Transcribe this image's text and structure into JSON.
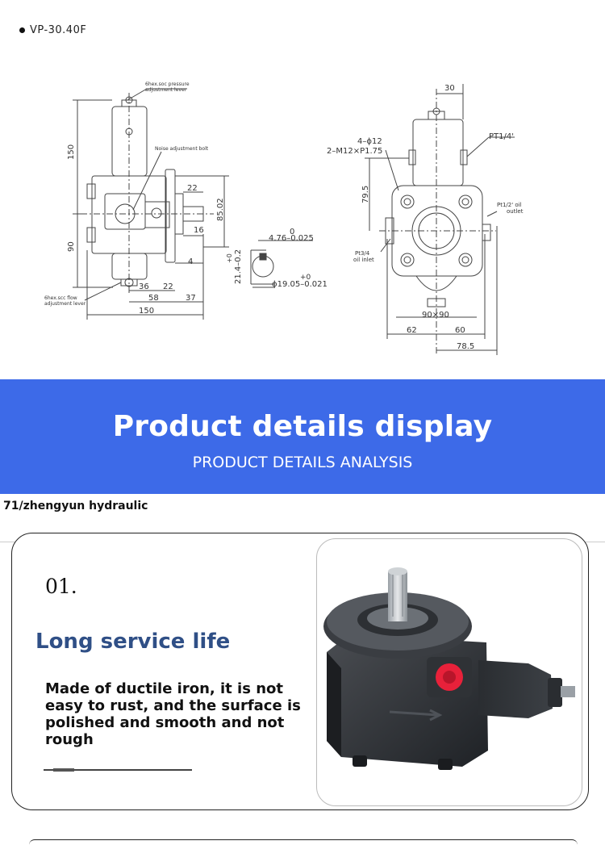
{
  "diagram": {
    "model": "VP-30.40F",
    "left_view": {
      "labels": {
        "pressure_lever": [
          "6hex.soc pressure",
          "adjustment lever"
        ],
        "noise_bolt": "Noise adjustment bolt",
        "flow_lever": [
          "6hex.scc flow",
          "adjustment lever"
        ]
      },
      "dims": {
        "d150_vertical": "150",
        "d90": "90",
        "d22": "22",
        "d16": "16",
        "d85_02": "85.02",
        "d4": "4",
        "d36": "36",
        "d22b": "22",
        "d58": "58",
        "d37": "37",
        "d150_horizontal": "150"
      }
    },
    "shaft_detail": {
      "key_top": "0",
      "key_width": "4.76–0.025",
      "height": "21.4–0.2",
      "height_tol": "+0",
      "diameter_tol": "+0",
      "diameter": "ϕ19.05–0.021"
    },
    "right_view": {
      "labels": {
        "holes": "4–ϕ12",
        "thread": "2–M12×P1.75",
        "pt14": "PT1/4'",
        "outlet": [
          "Pt1/2' oil",
          "outlet"
        ],
        "inlet": [
          "Pt3/4",
          "oil inlet"
        ]
      },
      "dims": {
        "d30": "30",
        "d79_5": "79.5",
        "d90x90": "90×90",
        "d62": "62",
        "d60": "60",
        "d78_5": "78.5"
      }
    }
  },
  "banner": {
    "title": "Product details display",
    "subtitle": "PRODUCT DETAILS ANALYSIS"
  },
  "brand": "71/zhengyun hydraulic",
  "feature": {
    "number": "01.",
    "title": "Long service life",
    "description": "Made of ductile iron, it is not easy to rust, and the surface is polished and smooth and not rough"
  },
  "colors": {
    "banner": "#3d6ae8",
    "title_accent": "#2f4f86",
    "port_red": "#e8213a"
  }
}
